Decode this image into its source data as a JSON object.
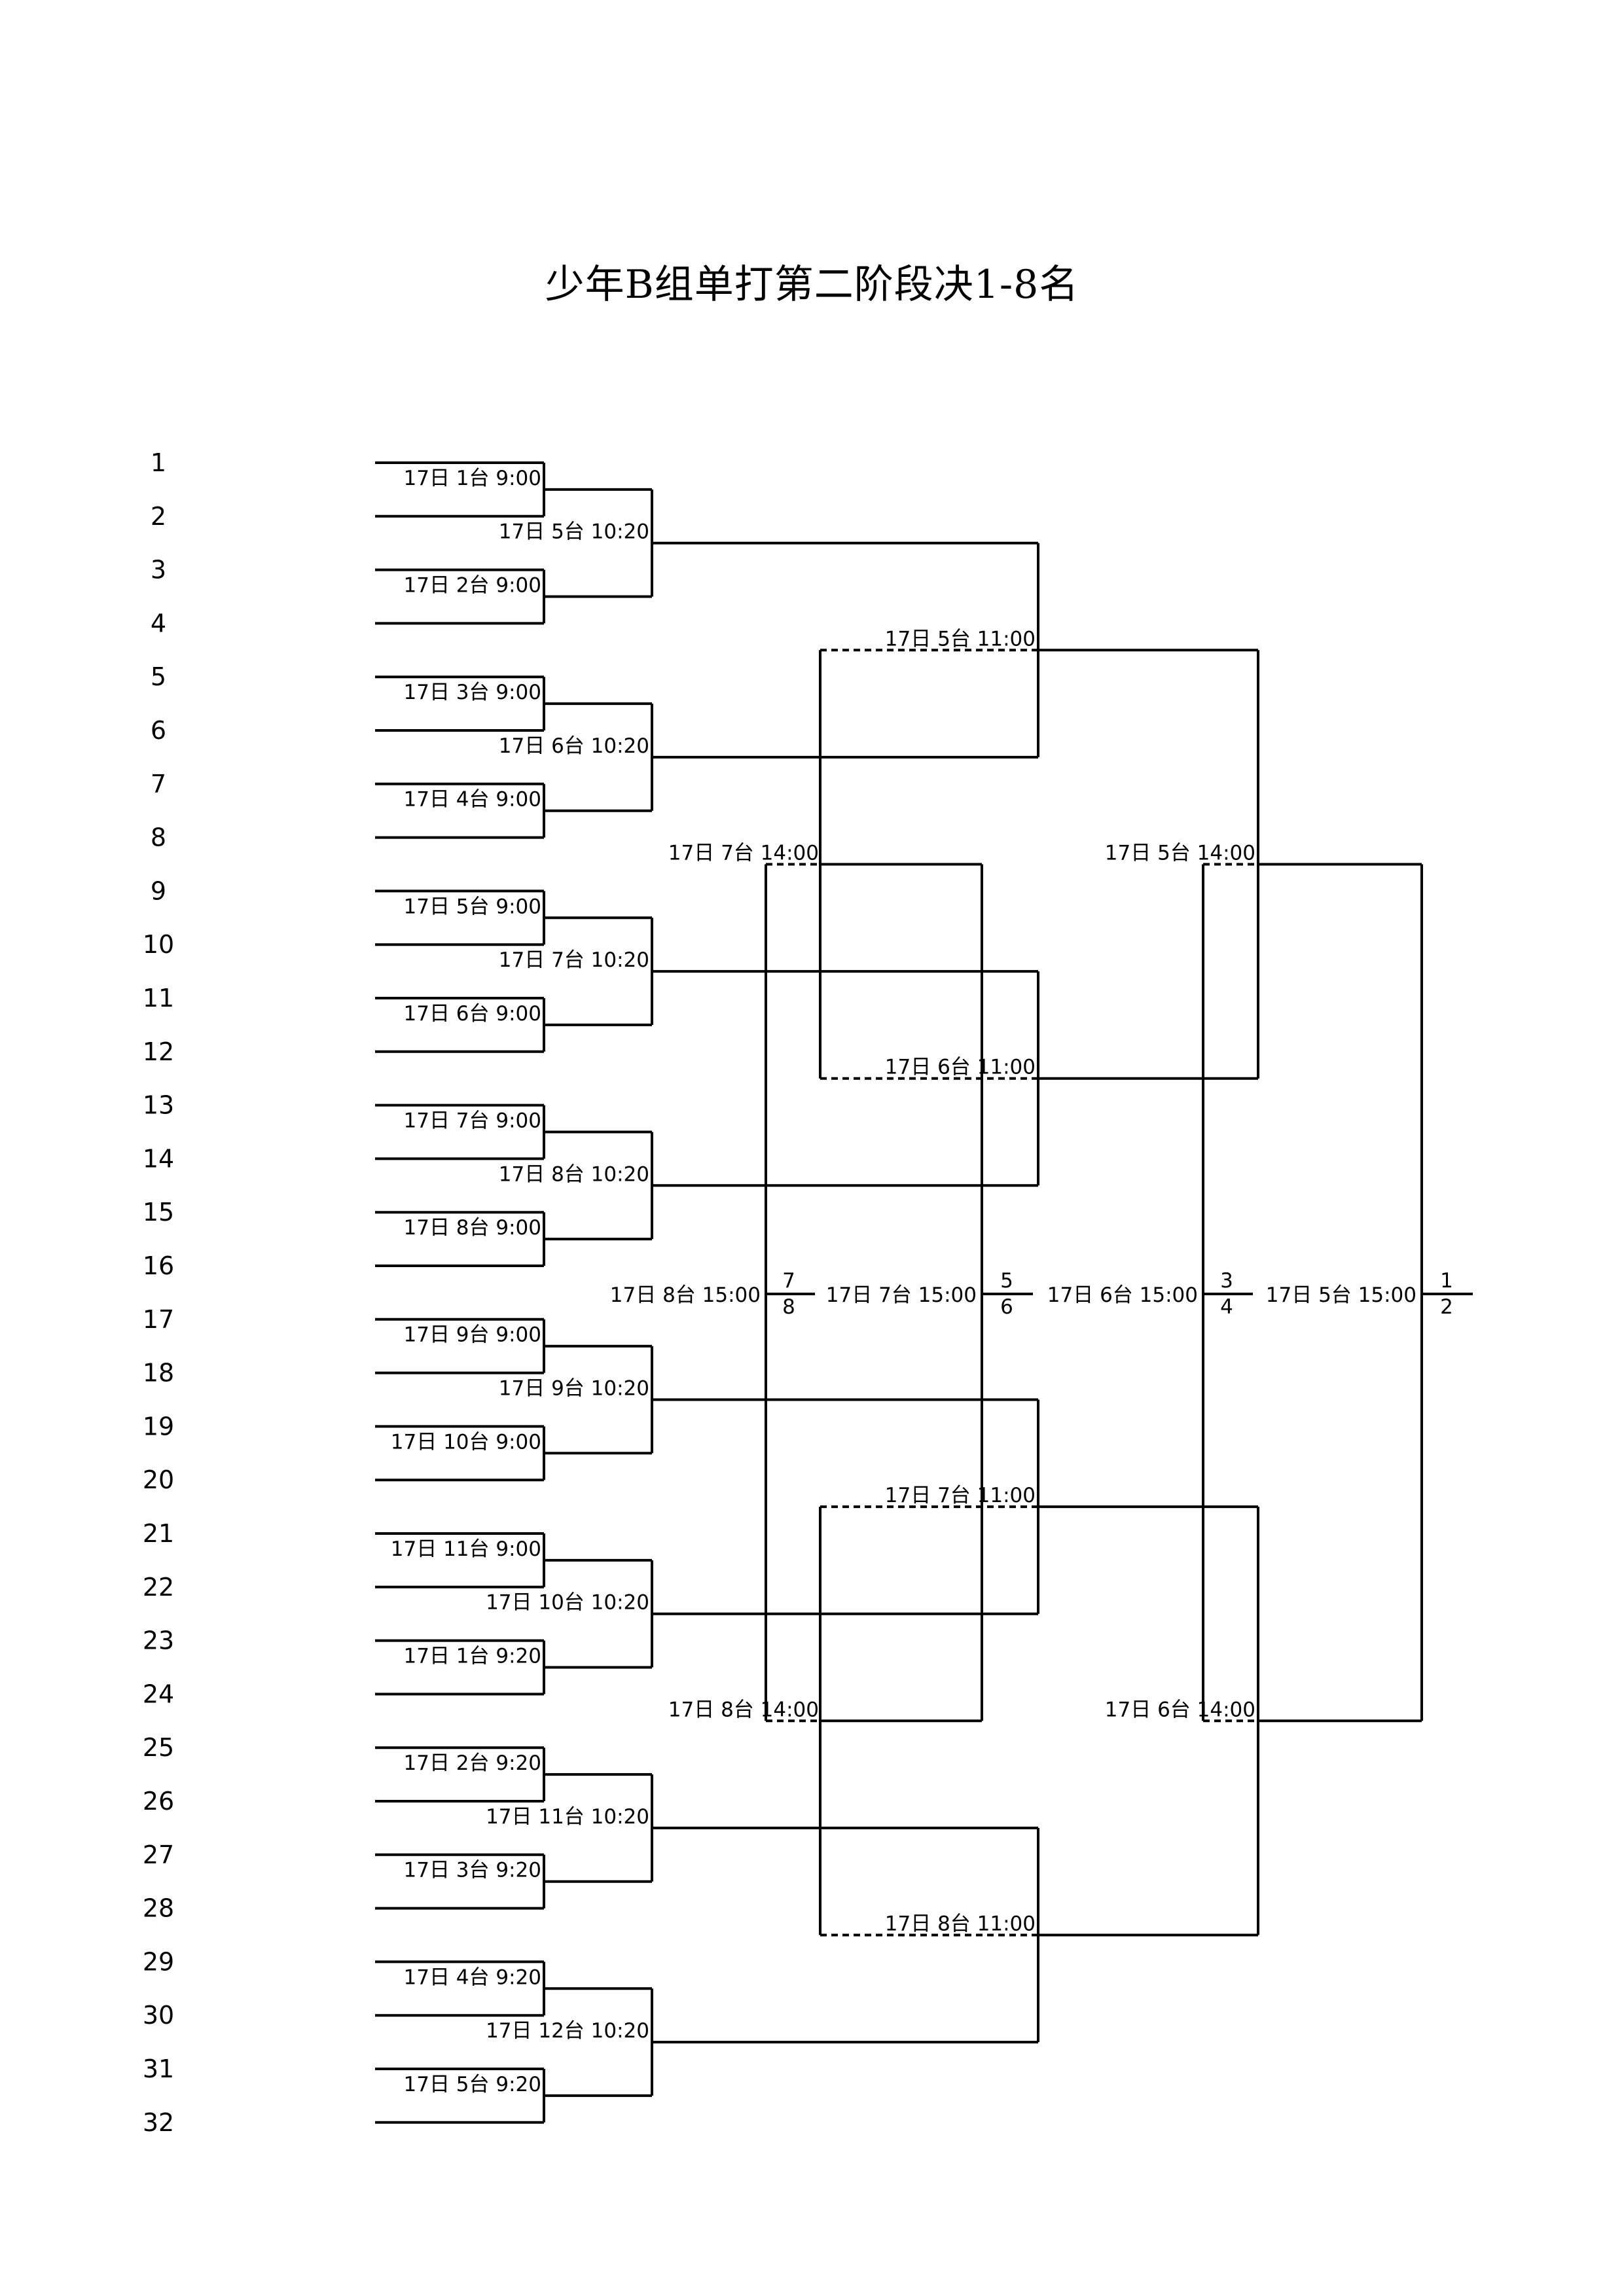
{
  "title": "少年B组单打第二阶段决1-8名",
  "seeds": [
    "1",
    "2",
    "3",
    "4",
    "5",
    "6",
    "7",
    "8",
    "9",
    "10",
    "11",
    "12",
    "13",
    "14",
    "15",
    "16",
    "17",
    "18",
    "19",
    "20",
    "21",
    "22",
    "23",
    "24",
    "25",
    "26",
    "27",
    "28",
    "29",
    "30",
    "31",
    "32"
  ],
  "round1": [
    "17日 1台 9:00",
    "17日 2台 9:00",
    "17日 3台 9:00",
    "17日 4台 9:00",
    "17日 5台 9:00",
    "17日 6台 9:00",
    "17日 7台 9:00",
    "17日 8台 9:00",
    "17日 9台 9:00",
    "17日 10台 9:00",
    "17日 11台 9:00",
    "17日 1台 9:20",
    "17日 2台 9:20",
    "17日 3台 9:20",
    "17日 4台 9:20",
    "17日 5台 9:20"
  ],
  "round2": [
    "17日 5台 10:20",
    "17日 6台 10:20",
    "17日 7台 10:20",
    "17日 8台 10:20",
    "17日 9台 10:20",
    "17日 10台 10:20",
    "17日 11台 10:20",
    "17日 12台 10:20"
  ],
  "quarterfinals": [
    "17日 5台 11:00",
    "17日 6台 11:00",
    "17日 7台 11:00",
    "17日 8台 11:00"
  ],
  "placement_semis_5_8": [
    "17日 7台 14:00",
    "17日 8台 14:00"
  ],
  "semifinals": [
    "17日 5台 14:00",
    "17日 6台 14:00"
  ],
  "placement_finals": [
    {
      "label": "17日 8台 15:00",
      "top": "7",
      "bottom": "8"
    },
    {
      "label": "17日 7台 15:00",
      "top": "5",
      "bottom": "6"
    },
    {
      "label": "17日 6台 15:00",
      "top": "3",
      "bottom": "4"
    },
    {
      "label": "17日 5台 15:00",
      "top": "1",
      "bottom": "2"
    }
  ]
}
